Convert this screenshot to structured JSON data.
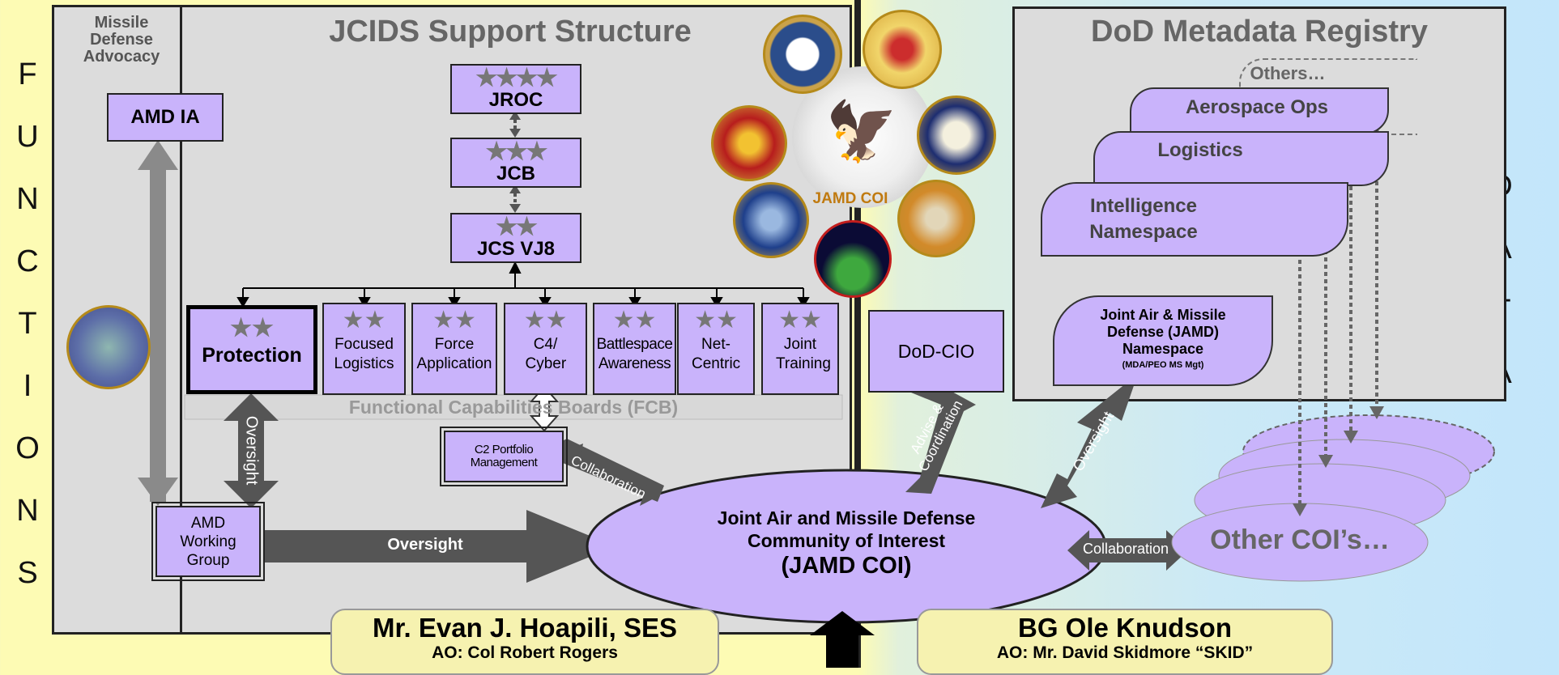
{
  "side_left": {
    "letters": [
      "F",
      "U",
      "N",
      "C",
      "T",
      "I",
      "O",
      "N",
      "S"
    ]
  },
  "side_right": {
    "letters": [
      "D",
      "A",
      "T",
      "A"
    ]
  },
  "jcids": {
    "title": "JCIDS Support Structure",
    "advocacy_label": "Missile Defense Advocacy",
    "amd_ia": "AMD IA",
    "jroc": "JROC",
    "jcb": "JCB",
    "jcs_vj8": "JCS VJ8",
    "fcb_label": "Functional Capabilities Boards (FCB)",
    "fcbs": [
      {
        "label": "Protection",
        "stars": 2
      },
      {
        "label": "Focused Logistics",
        "stars": 2
      },
      {
        "label": "Force Application",
        "stars": 2
      },
      {
        "label": "C4/ Cyber",
        "stars": 2
      },
      {
        "label": "Battlespace Awareness",
        "stars": 2
      },
      {
        "label": "Net- Centric",
        "stars": 2
      },
      {
        "label": "Joint Training",
        "stars": 2
      }
    ],
    "c2_portfolio": "C2 Portfolio Management",
    "amd_working_group": "AMD Working Group",
    "oversight_vertical": "Oversight",
    "oversight_horizontal": "Oversight",
    "collaboration": "Collaboration"
  },
  "coi": {
    "seal_label": "JAMD COI",
    "title_line1": "Joint Air and Missile Defense",
    "title_line2": "Community of Interest",
    "title_line3": "(JAMD COI)"
  },
  "dod_cio": "DoD-CIO",
  "advise": "Advise & Coordination",
  "oversight_right": "Oversight",
  "collaboration_right": "Collaboration",
  "registry": {
    "title": "DoD Metadata Registry",
    "others": "Others…",
    "aerospace": "Aerospace Ops",
    "logistics": "Logistics",
    "intelligence": "Intelligence Namespace",
    "jamd_ns_line1": "Joint Air & Missile",
    "jamd_ns_line2": "Defense (JAMD)",
    "jamd_ns_line3": "Namespace",
    "jamd_ns_sub": "(MDA/PEO MS Mgt)"
  },
  "other_coi": "Other COI’s…",
  "people": [
    {
      "name": "Mr. Evan J. Hoapili, SES",
      "ao": "AO: Col Robert Rogers"
    },
    {
      "name": "BG Ole Knudson",
      "ao": "AO: Mr. David Skidmore “SKID”"
    }
  ],
  "colors": {
    "box_fill": "#c9b3fb",
    "panel_fill": "#dcdcdc",
    "arrow_gray": "#555555",
    "left_bg": "#fdfbb4",
    "right_bg": "#c3e6fb"
  }
}
